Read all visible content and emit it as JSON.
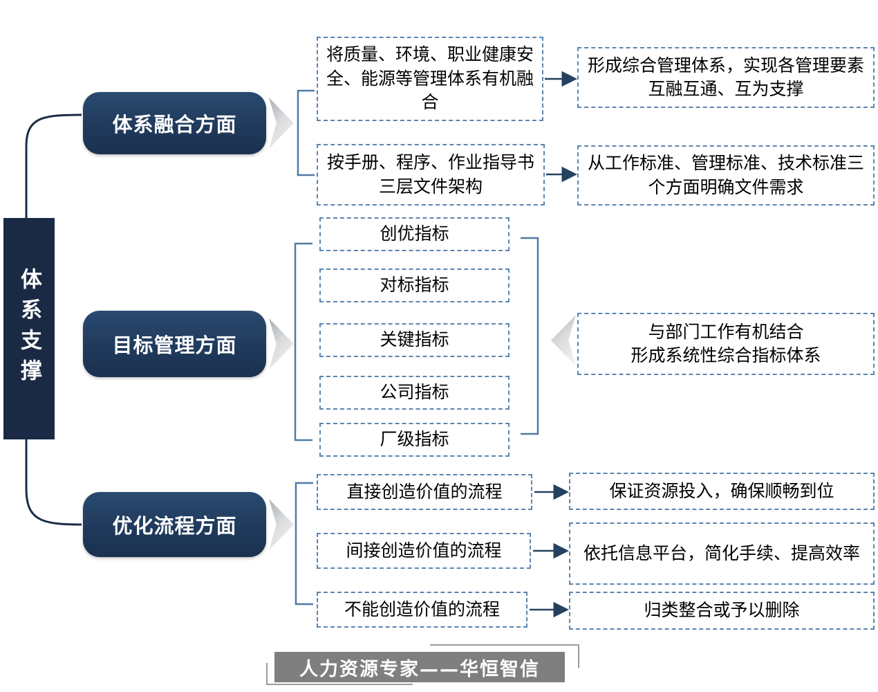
{
  "root": {
    "label": "体系支撑"
  },
  "sections": [
    {
      "label": "体系融合方面",
      "rows": [
        {
          "left": "将质量、环境、职业健康安全、能源等管理体系有机融合",
          "right": "形成综合管理体系，实现各管理要素互融互通、互为支撑"
        },
        {
          "left": "按手册、程序、作业指导书三层文件架构",
          "right": "从工作标准、管理标准、技术标准三个方面明确文件需求"
        }
      ]
    },
    {
      "label": "目标管理方面",
      "indicators": [
        "创优指标",
        "对标指标",
        "关键指标",
        "公司指标",
        "厂级指标"
      ],
      "summary": "与部门工作有机结合\n形成系统性综合指标体系"
    },
    {
      "label": "优化流程方面",
      "rows": [
        {
          "left": "直接创造价值的流程",
          "right": "保证资源投入，确保顺畅到位"
        },
        {
          "left": "间接创造价值的流程",
          "right": "依托信息平台，简化手续、提高效率"
        },
        {
          "left": "不能创造价值的流程",
          "right": "归类整合或予以删除"
        }
      ]
    }
  ],
  "footer": {
    "text": "人力资源专家——华恒智信"
  },
  "colors": {
    "navy_dark": "#1a2a45",
    "navy_box": "#203a5c",
    "dashed_border": "#5b84ad",
    "bracket_line": "#4f7aa5",
    "arrow_line": "#24415f",
    "chevron_gray": "#c9cccf",
    "footer_gray": "#7f7f7f"
  }
}
